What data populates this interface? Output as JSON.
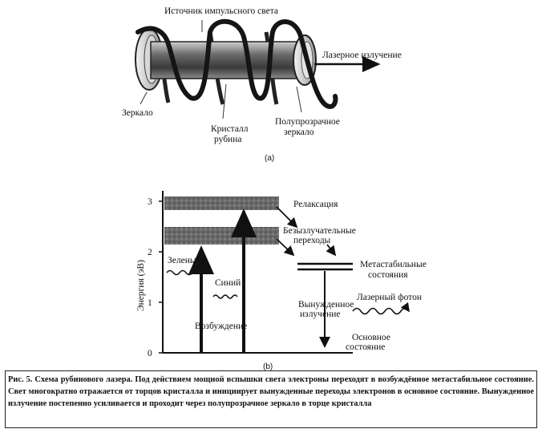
{
  "figure_a": {
    "source_label": "Источник импульсного света",
    "laser_output_label": "Лазерное излучение",
    "mirror_label": "Зеркало",
    "crystal_label_1": "Кристалл",
    "crystal_label_2": "рубина",
    "semi_mirror_label_1": "Полупрозрачное",
    "semi_mirror_label_2": "зеркало",
    "panel_label": "(a)"
  },
  "figure_b": {
    "ylabel": "Энергия (эВ)",
    "y_ticks": [
      "0",
      "1",
      "2",
      "3"
    ],
    "relaxation_label": "Релаксация",
    "nonrad_label_1": "Безызлучательные",
    "nonrad_label_2": "переходы",
    "metastable_label_1": "Метастабильные",
    "metastable_label_2": "состояния",
    "green_label": "Зеленый",
    "blue_label": "Синий",
    "laser_photon_label": "Лазерный фотон",
    "stimulated_label_1": "Вынужденное",
    "stimulated_label_2": "излучение",
    "excitation_label": "Возбуждение",
    "ground_label_1": "Основное",
    "ground_label_2": "состояние",
    "panel_label": "(b)"
  },
  "caption": "Рис. 5. Схема рубинового лазера. Под действием мощной вспышки света электроны переходят в возбуждённое метастабильное состояние. Свет многократно отражается от торцов кристалла и инициирует вынужденные переходы электронов в основное состояние. Вынужденное излучение постепенно усиливается и проходит через полупрозрачное зеркало в торце кристалла"
}
